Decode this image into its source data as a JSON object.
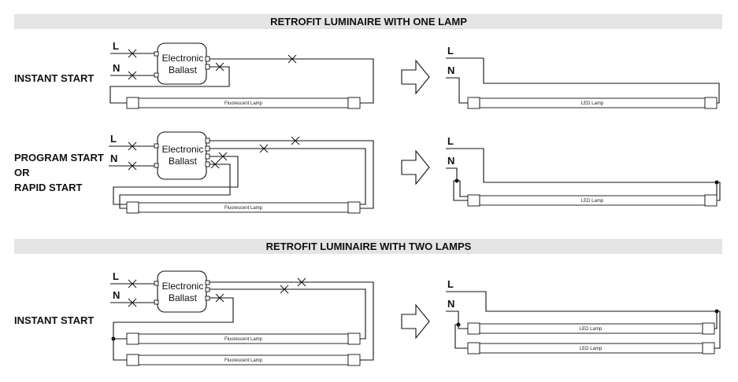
{
  "sections": [
    {
      "title": "RETROFIT LUMINAIRE WITH ONE LAMP"
    },
    {
      "title": "RETROFIT LUMINAIRE WITH TWO LAMPS"
    }
  ],
  "rows": [
    {
      "label_lines": [
        "INSTANT START"
      ]
    },
    {
      "label_lines": [
        "PROGRAM START",
        "OR",
        "RAPID START"
      ]
    },
    {
      "label_lines": [
        "INSTANT START"
      ]
    }
  ],
  "wire_labels": {
    "line": "L",
    "neutral": "N"
  },
  "ballast_label": {
    "line1": "Electronic",
    "line2": "Ballast"
  },
  "lamps": {
    "fluorescent": "Fluorescent Lamp",
    "led": "LED Lamp"
  },
  "colors": {
    "banner": "#e4e4e4",
    "stroke": "#111111"
  }
}
